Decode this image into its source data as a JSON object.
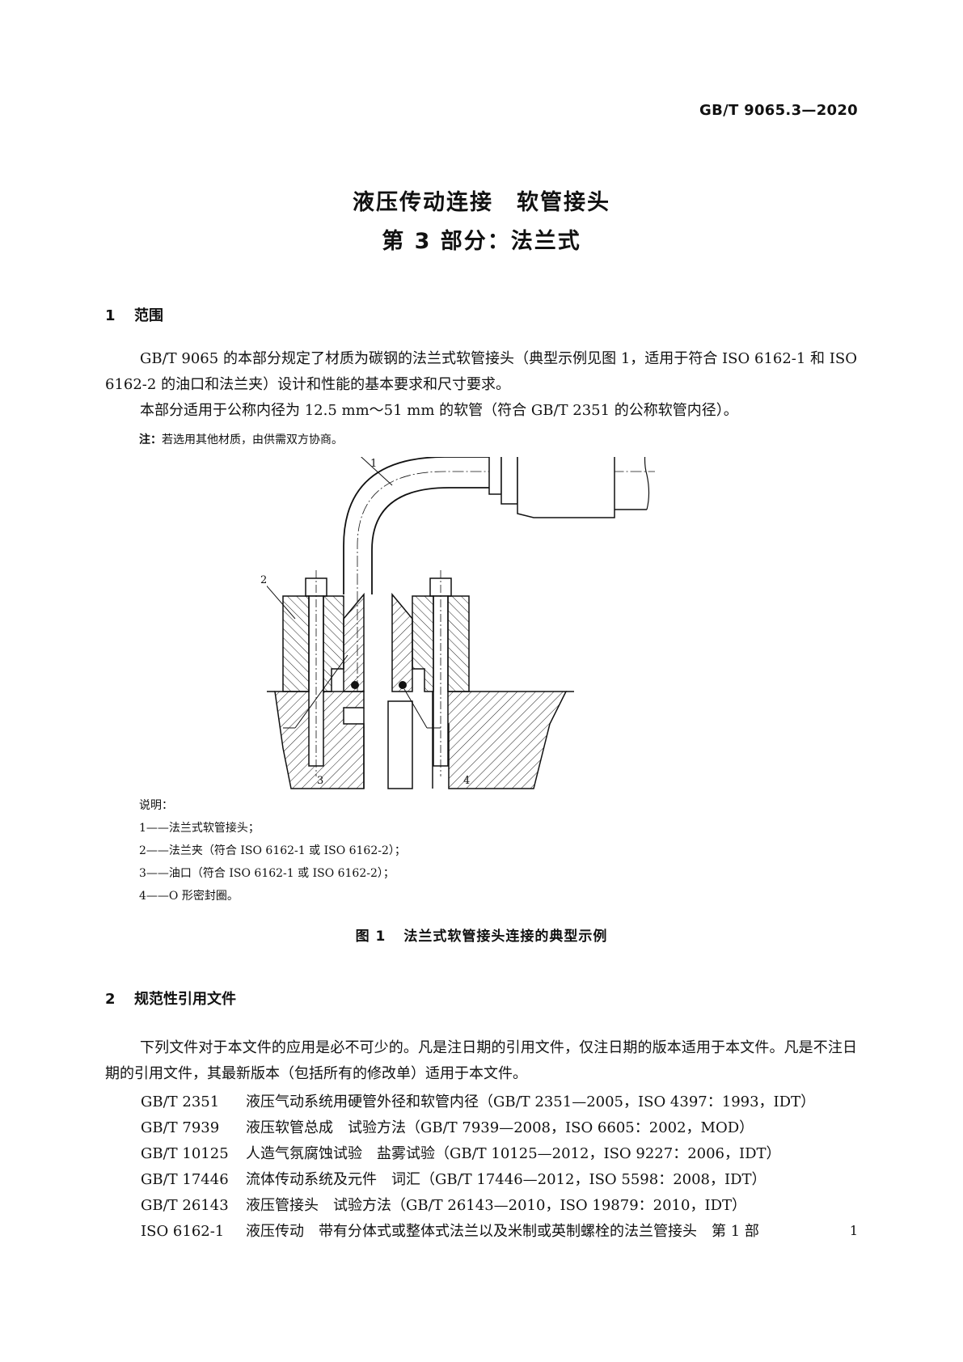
{
  "header": {
    "standard_number": "GB/T 9065.3—2020"
  },
  "title": {
    "line1": "液压传动连接　软管接头",
    "line2": "第 3 部分：法兰式"
  },
  "section1": {
    "number": "1",
    "heading": "范围",
    "para1": "GB/T 9065 的本部分规定了材质为碳钢的法兰式软管接头（典型示例见图 1，适用于符合 ISO 6162-1 和 ISO 6162-2 的油口和法兰夹）设计和性能的基本要求和尺寸要求。",
    "para2": "本部分适用于公称内径为 12.5 mm～51 mm 的软管（符合 GB/T 2351 的公称软管内径）。",
    "note_label": "注：",
    "note_text": "若选用其他材质，由供需双方协商。"
  },
  "figure": {
    "callouts": [
      "1",
      "2",
      "3",
      "4"
    ],
    "legend_heading": "说明：",
    "legend": [
      "1——法兰式软管接头；",
      "2——法兰夹（符合 ISO 6162-1 或 ISO 6162-2）；",
      "3——油口（符合 ISO 6162-1 或 ISO 6162-2）；",
      "4——O 形密封圈。"
    ],
    "caption_number": "图 1",
    "caption_text": "法兰式软管接头连接的典型示例"
  },
  "section2": {
    "number": "2",
    "heading": "规范性引用文件",
    "para": "下列文件对于本文件的应用是必不可少的。凡是注日期的引用文件，仅注日期的版本适用于本文件。凡是不注日期的引用文件，其最新版本（包括所有的修改单）适用于本文件。",
    "references": [
      {
        "code": "GB/T 2351",
        "title": "液压气动系统用硬管外径和软管内径（GB/T 2351—2005，ISO 4397：1993，IDT）"
      },
      {
        "code": "GB/T 7939",
        "title": "液压软管总成　试验方法（GB/T 7939—2008，ISO 6605：2002，MOD）"
      },
      {
        "code": "GB/T 10125",
        "title": "人造气氛腐蚀试验　盐雾试验（GB/T 10125—2012，ISO 9227：2006，IDT）"
      },
      {
        "code": "GB/T 17446",
        "title": "流体传动系统及元件　词汇（GB/T 17446—2012，ISO 5598：2008，IDT）"
      },
      {
        "code": "GB/T 26143",
        "title": "液压管接头　试验方法（GB/T 26143—2010，ISO 19879：2010，IDT）"
      },
      {
        "code": "ISO 6162-1",
        "title": "液压传动　带有分体式或整体式法兰以及米制或英制螺栓的法兰管接头　第 1 部"
      }
    ]
  },
  "footer": {
    "page_number": "1"
  }
}
